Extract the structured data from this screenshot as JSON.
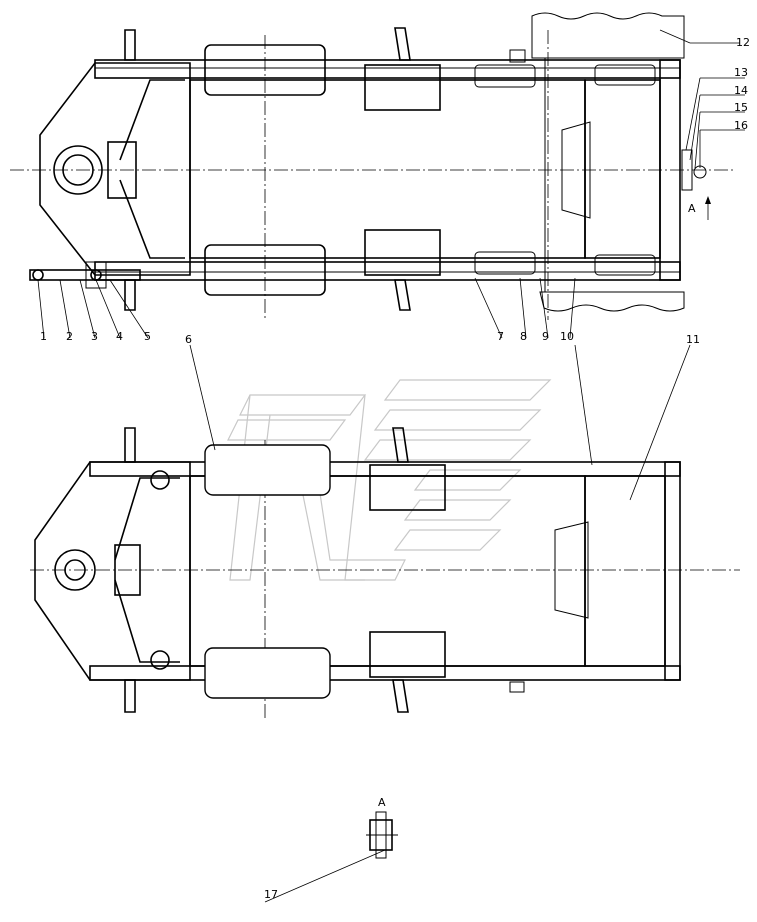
{
  "drawing": {
    "callouts": [
      "1",
      "2",
      "3",
      "4",
      "5",
      "6",
      "7",
      "8",
      "9",
      "10",
      "11",
      "12",
      "13",
      "14",
      "15",
      "16",
      "17"
    ],
    "view_label": "A",
    "detail_label": "A"
  }
}
